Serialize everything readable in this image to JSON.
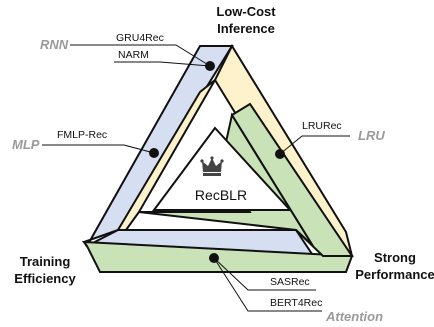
{
  "corners": {
    "top": [
      "Low-Cost",
      "Inference"
    ],
    "left": [
      "Training",
      "Efficiency"
    ],
    "right": [
      "Strong",
      "Performance"
    ]
  },
  "center_label": "RecBLR",
  "architectures": {
    "rnn": "RNN",
    "mlp": "MLP",
    "lru": "LRU",
    "attention": "Attention"
  },
  "models": {
    "gru4rec": "GRU4Rec",
    "narm": "NARM",
    "fmlp_rec": "FMLP-Rec",
    "lrurec": "LRURec",
    "sasrec": "SASRec",
    "bert4rec": "BERT4Rec"
  },
  "colors": {
    "blue_face": "#d6dff2",
    "yellow_face": "#fdf2cc",
    "green_face": "#c9e2b8",
    "marker": "#111111",
    "architecture_text": "#9a9a9a"
  },
  "icons": [
    "crown-icon"
  ]
}
